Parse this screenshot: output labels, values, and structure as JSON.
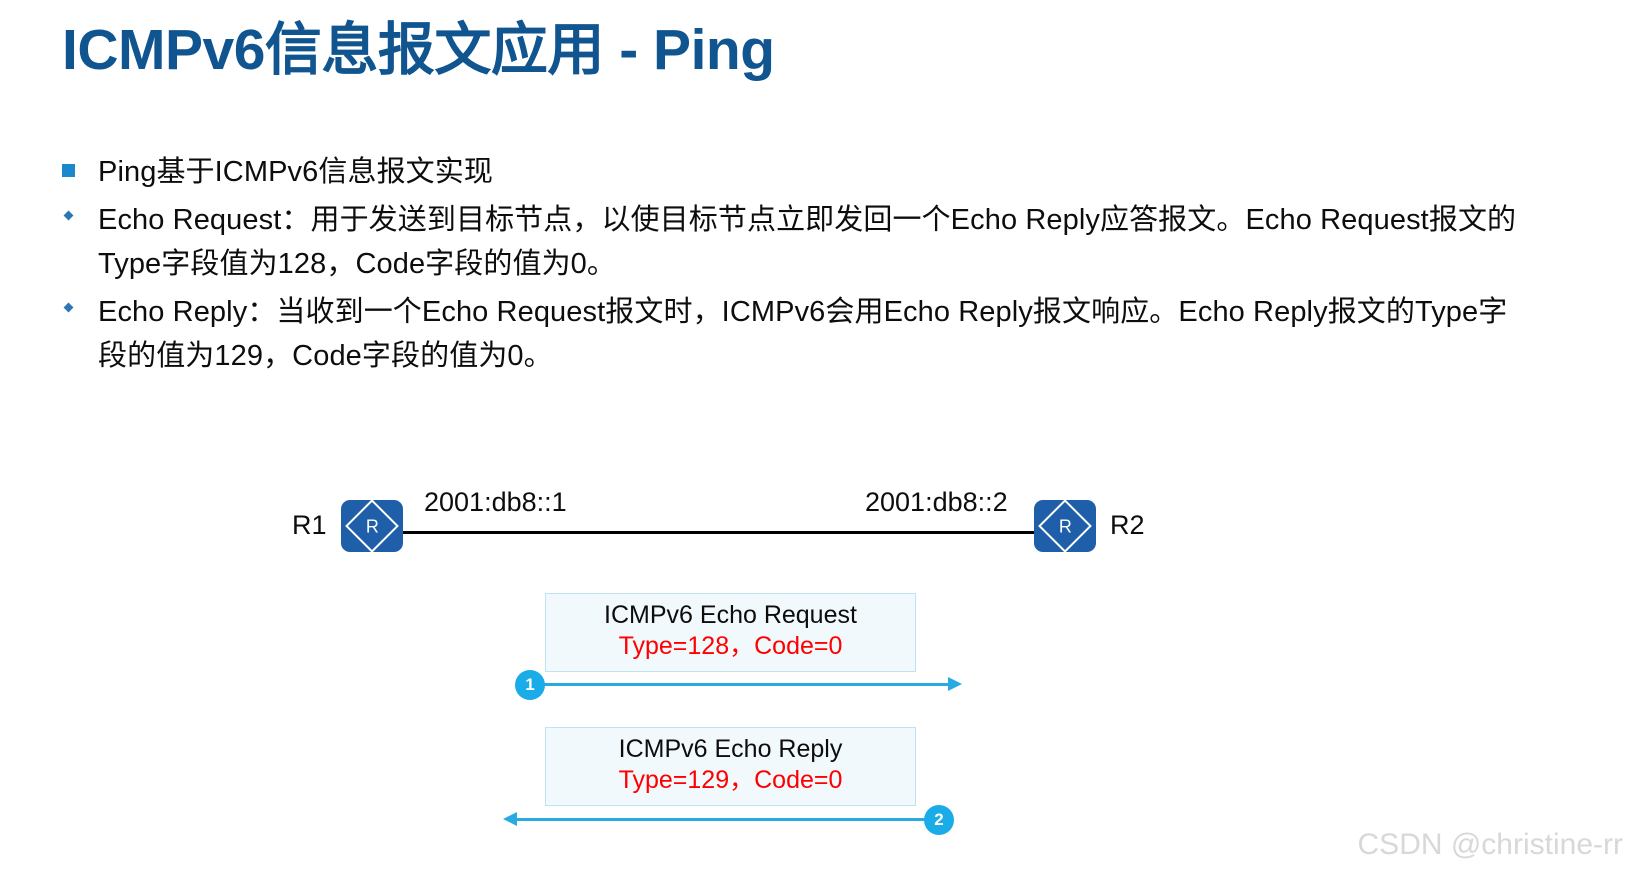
{
  "slide": {
    "title": "ICMPv6信息报文应用 - Ping",
    "title_color": "#10558F"
  },
  "bullets": [
    {
      "marker": "square-bullet",
      "level": 1,
      "text": "Ping基于ICMPv6信息报文实现"
    },
    {
      "marker": "diamond-bullet",
      "level": 2,
      "text": "Echo Request：用于发送到目标节点，以使目标节点立即发回一个Echo Reply应答报文。Echo Request报文的Type字段值为128，Code字段的值为0。"
    },
    {
      "marker": "diamond-bullet",
      "level": 2,
      "text": "Echo Reply：当收到一个Echo Request报文时，ICMPv6会用Echo Reply报文响应。Echo Reply报文的Type字段的值为129，Code字段的值为0。"
    }
  ],
  "diagram": {
    "routers": [
      {
        "name": "R1",
        "glyph": "R"
      },
      {
        "name": "R2",
        "glyph": "R"
      }
    ],
    "interfaces": {
      "left_ip": "2001:db8::1",
      "right_ip": "2001:db8::2"
    },
    "messages": [
      {
        "step": "1",
        "title": "ICMPv6 Echo Request",
        "code": "Type=128，Code=0",
        "direction": "left-to-right"
      },
      {
        "step": "2",
        "title": "ICMPv6 Echo Reply",
        "code": "Type=129，Code=0",
        "direction": "right-to-left"
      }
    ],
    "colors": {
      "router_fill": "#1F5FA9",
      "arrow": "#29ABE2",
      "badge": "#1AACE8",
      "code_text": "#FF0000",
      "box_fill": "#F2F9FC",
      "box_border": "#BEE3F2"
    }
  },
  "watermark": {
    "text": "CSDN @christine-rr"
  }
}
